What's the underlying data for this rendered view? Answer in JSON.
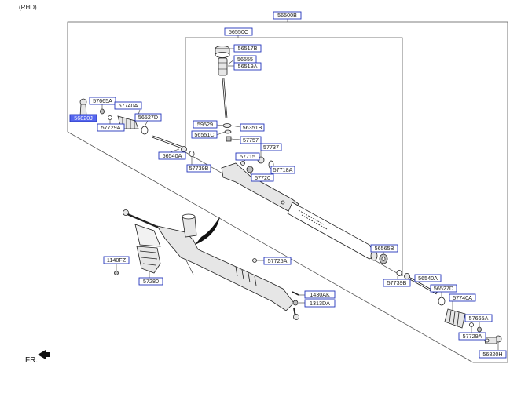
{
  "header": {
    "variant": "(RHD)"
  },
  "direction": {
    "label": "FR."
  },
  "labels": {
    "l56500B": "56500B",
    "l56550C": "56550C",
    "l56517B": "56517B",
    "l56555": "56555",
    "l56519A": "56519A",
    "l57665A_top": "57665A",
    "l57740A_top": "57740A",
    "l56820J": "56820J",
    "l56527D_top": "56527D",
    "l57729A_top": "57729A",
    "l56540A_top": "56540A",
    "l57739B_top": "57739B",
    "l59529": "59529",
    "l56351B": "56351B",
    "l56551C": "56551C",
    "l57757": "57757",
    "l57737": "57737",
    "l57715": "57715",
    "l57718A": "57718A",
    "l57720": "57720",
    "l56565B": "56565B",
    "l1140FZ": "1140FZ",
    "l57725A": "57725A",
    "l57280": "57280",
    "l1430AK": "1430AK",
    "l1313DA": "1313DA",
    "l57739B_bot": "57739B",
    "l56540A_bot": "56540A",
    "l56527D_bot": "56527D",
    "l57740A_bot": "57740A",
    "l57665A_bot": "57665A",
    "l57729A_bot": "57729A",
    "l56820H": "56820H"
  },
  "colors": {
    "label_border": "#2233bb",
    "highlight_fill": "#5566ee",
    "line": "#333333"
  }
}
